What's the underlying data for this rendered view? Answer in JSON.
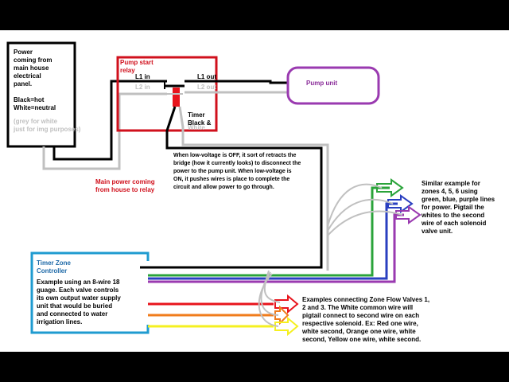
{
  "power_box": {
    "text": "Power\ncoming from\nmain house\nelectrical\npanel.\n\nBlack=hot\nWhite=neutral",
    "note": "(grey  for white\njust for img purposes)"
  },
  "relay": {
    "title": "Pump start\nrelay",
    "l1_in": "L1 in",
    "l2_in": "L2 in",
    "l1_out": "L1 out",
    "l2_out": "L2 out",
    "timer_label": "Timer\nBlack &",
    "timer_label_white": "White"
  },
  "pump": {
    "label": "Pump unit"
  },
  "main_power_label": "Main power coming\nfrom house to relay",
  "relay_note": "When low-voltage is OFF, it sort of retracts the\nbridge (how it currently looks) to disconnect the\npower to the pump unit.  When low-voltage is\nON, it pushes wires is place to complete the\ncircuit and allow power to go through.",
  "zones_note": "Similar example for\nzones 4, 5, 6 using\ngreen, blue, purple lines\nfor power.  Pigtail the\nwhites to the second\nwire of each solenoid\nvalve unit.",
  "controller": {
    "title": "Timer Zone\nController",
    "body": "Example using an 8-wire 18\nguage.  Each valve controls\nits own output water supply\nunit that would be buried\nand connected to water\nirrigation lines."
  },
  "valves_note": "Examples connecting Zone Flow Valves 1,\n2 and 3.  The White common wire will\npigtail connect to second wire on each\nrespective solenoid.  Ex: Red one wire,\nwhite second,  Orange one wire, white\nsecond, Yellow one wire, white second.",
  "colors": {
    "red": "#e8141c",
    "relay_red": "#d0101c",
    "orange": "#f07c1c",
    "yellow": "#f5f020",
    "green": "#2aa33a",
    "blue": "#2a3fc0",
    "purple": "#9a3ab0",
    "grey": "#c0c0c0",
    "black": "#000000",
    "controller_blue": "#1f9bd0",
    "pump_purple": "#9a3ab0"
  }
}
